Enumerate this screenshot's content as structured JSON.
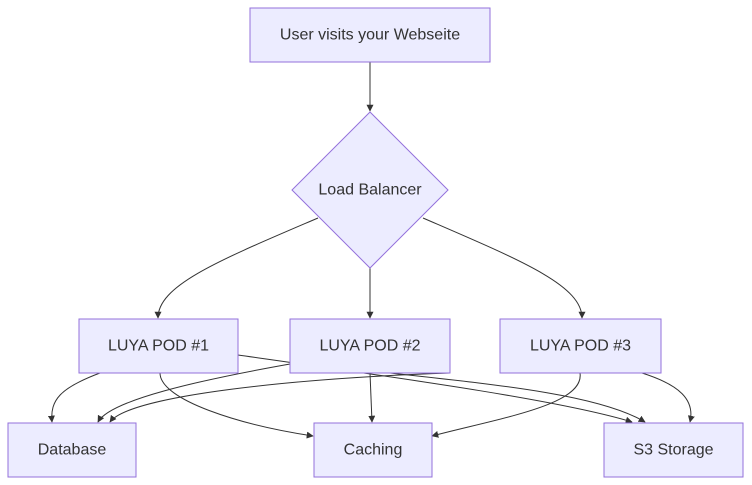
{
  "nodes": {
    "user": "User visits your Webseite",
    "lb": "Load Balancer",
    "pod1": "LUYA POD #1",
    "pod2": "LUYA POD #2",
    "pod3": "LUYA POD #3",
    "db": "Database",
    "cache": "Caching",
    "s3": "S3 Storage"
  },
  "edges": [
    {
      "from": "user",
      "to": "lb"
    },
    {
      "from": "lb",
      "to": "pod1"
    },
    {
      "from": "lb",
      "to": "pod2"
    },
    {
      "from": "lb",
      "to": "pod3"
    },
    {
      "from": "pod1",
      "to": "db"
    },
    {
      "from": "pod1",
      "to": "cache"
    },
    {
      "from": "pod1",
      "to": "s3"
    },
    {
      "from": "pod2",
      "to": "db"
    },
    {
      "from": "pod2",
      "to": "cache"
    },
    {
      "from": "pod2",
      "to": "s3"
    },
    {
      "from": "pod3",
      "to": "db"
    },
    {
      "from": "pod3",
      "to": "cache"
    },
    {
      "from": "pod3",
      "to": "s3"
    }
  ]
}
